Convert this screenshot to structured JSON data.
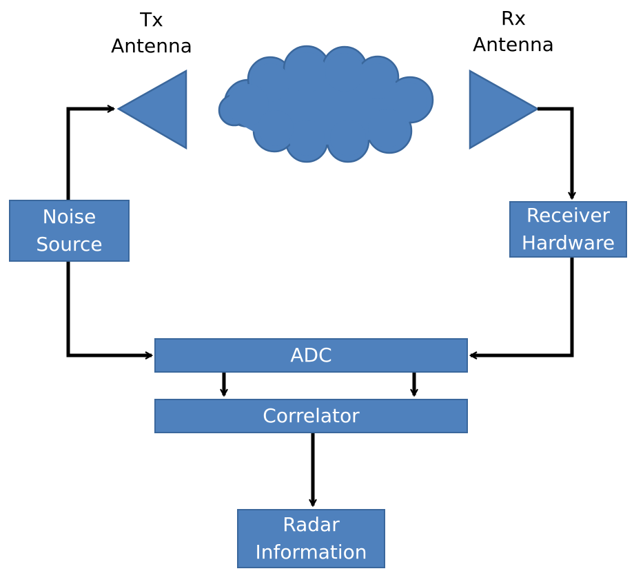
{
  "tx_antenna": {
    "line1": "Tx",
    "line2": "Antenna"
  },
  "rx_antenna": {
    "line1": "Rx",
    "line2": "Antenna"
  },
  "noise_source": {
    "line1": "Noise",
    "line2": "Source"
  },
  "receiver_hardware": {
    "line1": "Receiver",
    "line2": "Hardware"
  },
  "adc": {
    "label": "ADC"
  },
  "correlator": {
    "label": "Correlator"
  },
  "radar_information": {
    "line1": "Radar",
    "line2": "Information"
  },
  "colors": {
    "block_fill": "#4f81bd",
    "block_border": "#3a679c",
    "block_text": "#ffffff",
    "arrow": "#000000"
  }
}
